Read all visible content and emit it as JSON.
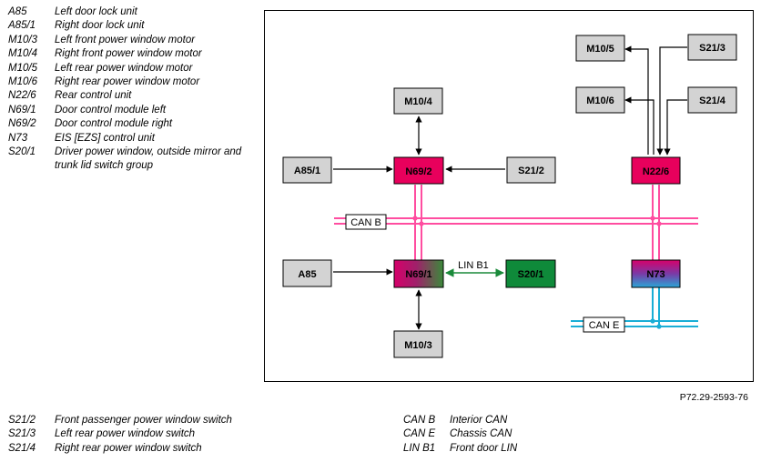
{
  "legend_top": [
    {
      "code": "A85",
      "desc": "Left door lock unit"
    },
    {
      "code": "A85/1",
      "desc": "Right door lock unit"
    },
    {
      "code": "M10/3",
      "desc": "Left front power window motor"
    },
    {
      "code": "M10/4",
      "desc": "Right front power window motor"
    },
    {
      "code": "M10/5",
      "desc": "Left rear power window motor"
    },
    {
      "code": "M10/6",
      "desc": "Right rear power window motor"
    },
    {
      "code": "N22/6",
      "desc": "Rear control unit"
    },
    {
      "code": "N69/1",
      "desc": "Door control module left"
    },
    {
      "code": "N69/2",
      "desc": "Door control module right"
    },
    {
      "code": "N73",
      "desc": "EIS [EZS] control unit"
    },
    {
      "code": "S20/1",
      "desc": "Driver power window, outside mirror and trunk lid switch group"
    }
  ],
  "legend_bottom_left": [
    {
      "code": "S21/2",
      "desc": "Front passenger power window switch"
    },
    {
      "code": "S21/3",
      "desc": "Left rear power window switch"
    },
    {
      "code": "S21/4",
      "desc": "Right rear power window switch"
    }
  ],
  "legend_bottom_right": [
    {
      "code": "CAN B",
      "desc": "Interior CAN"
    },
    {
      "code": "CAN E",
      "desc": "Chassis CAN"
    },
    {
      "code": "LIN B1",
      "desc": "Front door LIN"
    }
  ],
  "figure_ref": "P72.29-2593-76",
  "diagram": {
    "boxes": {
      "m10_4": "M10/4",
      "m10_5": "M10/5",
      "s21_3": "S21/3",
      "m10_6": "M10/6",
      "s21_4": "S21/4",
      "a85_1": "A85/1",
      "n69_2": "N69/2",
      "s21_2": "S21/2",
      "n22_6": "N22/6",
      "a85": "A85",
      "n69_1": "N69/1",
      "s20_1": "S20/1",
      "n73": "N73",
      "m10_3": "M10/3"
    },
    "buses": {
      "can_b": "CAN B",
      "lin_b1": "LIN B1",
      "can_e": "CAN E"
    },
    "colors": {
      "module_magenta": "#e8005c",
      "can_b_line": "#ff4da0",
      "lin_line": "#1a8a3a",
      "can_e_line": "#1aaed6",
      "switch_green": "#0f8a3a",
      "box_gray": "#d3d3d3"
    }
  }
}
